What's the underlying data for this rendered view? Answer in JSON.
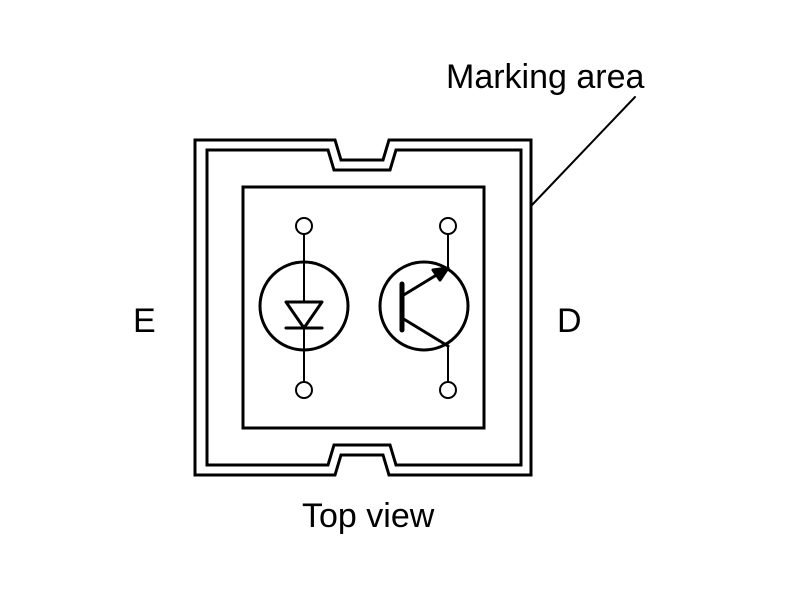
{
  "labels": {
    "marking_area": "Marking area",
    "left_side": "E",
    "right_side": "D",
    "view": "Top view"
  },
  "symbols": {
    "left": "photodiode-icon",
    "right": "phototransistor-icon"
  },
  "colors": {
    "stroke": "#000000",
    "background": "#ffffff"
  }
}
